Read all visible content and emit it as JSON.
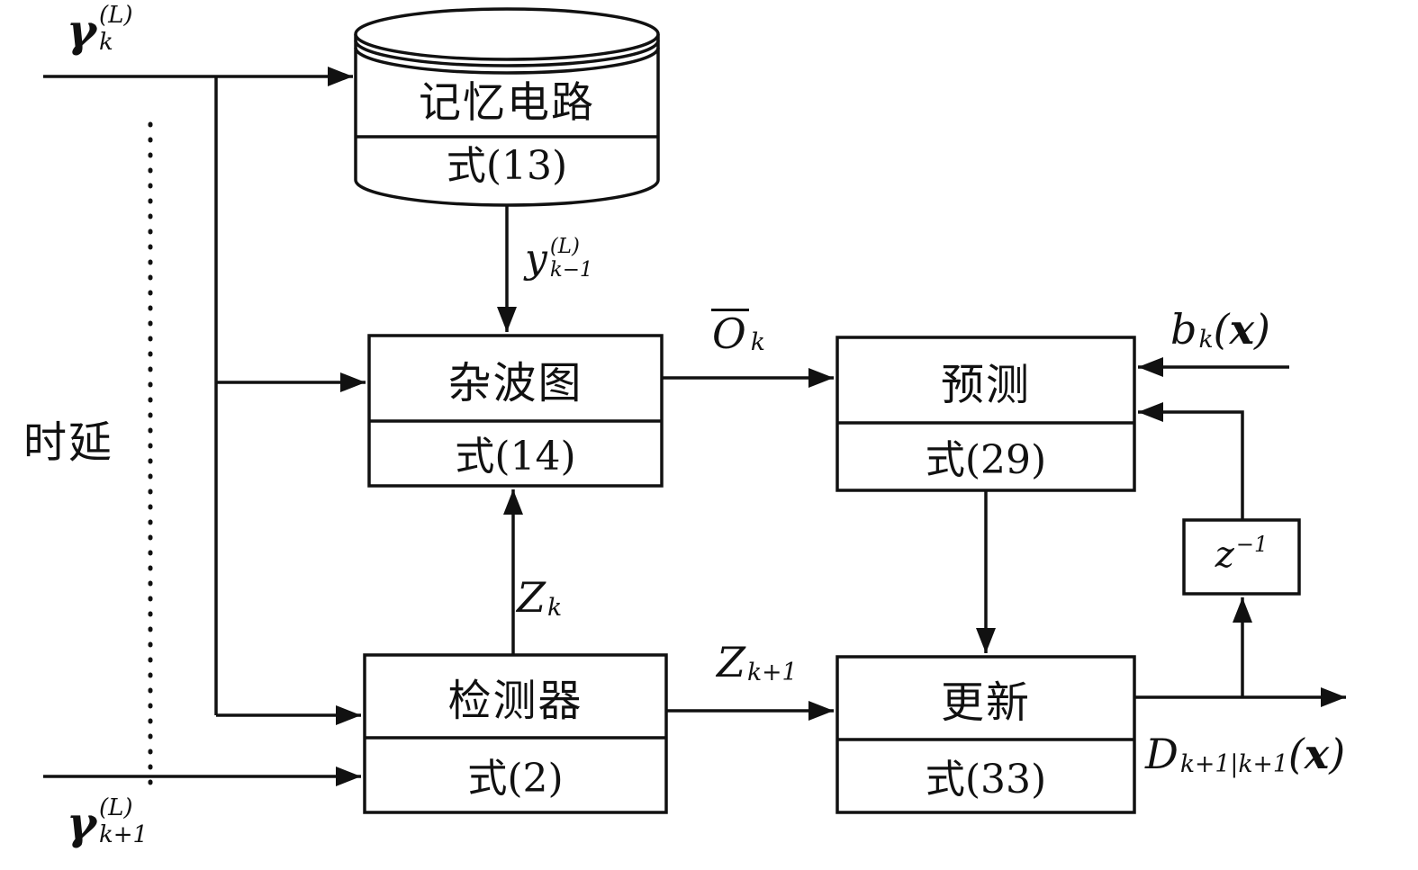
{
  "colors": {
    "line": "#111111",
    "background": "#ffffff"
  },
  "nodes": {
    "memory": {
      "title": "记忆电路",
      "eq": "式(13)"
    },
    "clutter_map": {
      "title": "杂波图",
      "eq": "式(14)"
    },
    "prediction": {
      "title": "预测",
      "eq": "式(29)"
    },
    "detector": {
      "title": "检测器",
      "eq": "式(2)"
    },
    "update": {
      "title": "更新",
      "eq": "式(33)"
    },
    "delay_unit": {
      "base": "z",
      "sup": "−1"
    }
  },
  "labels": {
    "delay": "时延",
    "gamma_top": {
      "base": "γ",
      "sup": "(L)",
      "sub": "k"
    },
    "gamma_bottom": {
      "base": "γ",
      "sup": "(L)",
      "sub": "k+1"
    },
    "y_prev": {
      "base": "y",
      "sup": "(L)",
      "sub": "k−1"
    },
    "o_bar": {
      "base": "O",
      "sub": "k"
    },
    "z_k": {
      "base": "Z",
      "sub": "k"
    },
    "z_k_plus_1": {
      "base": "Z",
      "sub": "k+1"
    },
    "b_k": {
      "base": "b",
      "sub": "k",
      "open": "(",
      "var": "x",
      "close": ")"
    },
    "d_out": {
      "base": "D",
      "sub": "k+1|k+1",
      "open": "(",
      "var": "x",
      "close": ")"
    }
  }
}
